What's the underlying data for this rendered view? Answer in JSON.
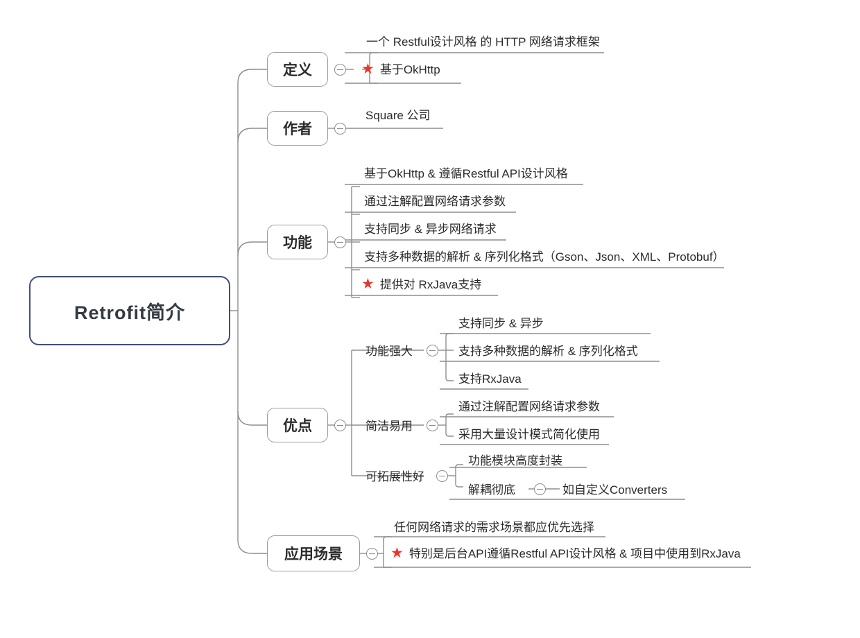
{
  "diagram": {
    "title": "Retrofit简介",
    "type": "mindmap",
    "colors": {
      "root_border": "#3f4f7a",
      "node_border": "#9a9a9a",
      "connector": "#8d8d8d",
      "star": "#e8372a",
      "text": "#2b2b2b",
      "background": "#ffffff"
    },
    "toggle_icon": "collapse-minus-icon"
  },
  "root": {
    "label": "Retrofit简介"
  },
  "branches": [
    {
      "label": "定义",
      "leaves": [
        {
          "text": "一个 Restful设计风格 的 HTTP 网络请求框架",
          "star": false
        },
        {
          "text": "基于OkHttp",
          "star": true
        }
      ]
    },
    {
      "label": "作者",
      "leaves": [
        {
          "text": "Square 公司",
          "star": false
        }
      ]
    },
    {
      "label": "功能",
      "leaves": [
        {
          "text": "基于OkHttp & 遵循Restful API设计风格",
          "star": false
        },
        {
          "text": "通过注解配置网络请求参数",
          "star": false
        },
        {
          "text": "支持同步 & 异步网络请求",
          "star": false
        },
        {
          "text": "支持多种数据的解析 & 序列化格式（Gson、Json、XML、Protobuf）",
          "star": false
        },
        {
          "text": "提供对 RxJava支持",
          "star": true
        }
      ]
    },
    {
      "label": "优点",
      "subbranches": [
        {
          "label": "功能强大",
          "leaves": [
            {
              "text": "支持同步 & 异步",
              "star": false
            },
            {
              "text": "支持多种数据的解析 & 序列化格式",
              "star": false
            },
            {
              "text": "支持RxJava",
              "star": false
            }
          ]
        },
        {
          "label": "简洁易用",
          "leaves": [
            {
              "text": "通过注解配置网络请求参数",
              "star": false
            },
            {
              "text": "采用大量设计模式简化使用",
              "star": false
            }
          ]
        },
        {
          "label": "可拓展性好",
          "leaves": [
            {
              "text": "功能模块高度封装",
              "star": false
            },
            {
              "text": "解耦彻底",
              "star": false
            }
          ],
          "deep": {
            "label": "解耦彻底",
            "leaf": "如自定义Converters"
          }
        }
      ]
    },
    {
      "label": "应用场景",
      "leaves": [
        {
          "text": "任何网络请求的需求场景都应优先选择",
          "star": false
        },
        {
          "text": "特别是后台API遵循Restful API设计风格 & 项目中使用到RxJava",
          "star": true
        }
      ]
    }
  ],
  "deep_leaf": {
    "text": "如自定义Converters"
  }
}
